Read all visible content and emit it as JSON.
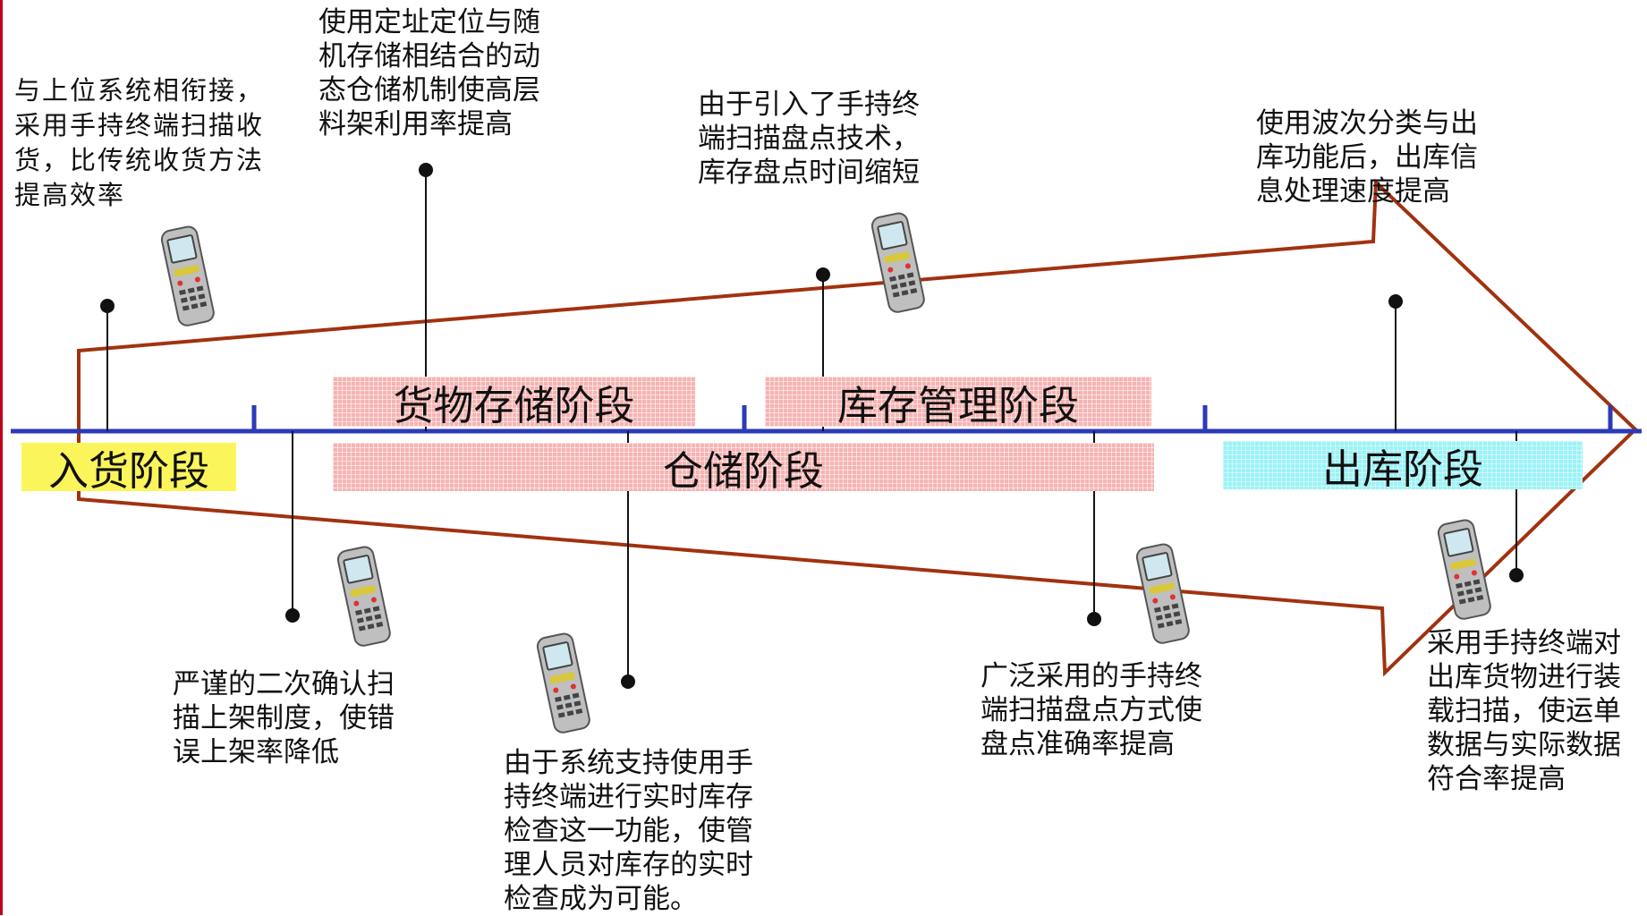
{
  "stages": {
    "inbound": "入货阶段",
    "storage": "货物存储阶段",
    "inventory": "库存管理阶段",
    "warehousing": "仓储阶段",
    "outbound": "出库阶段"
  },
  "notes": {
    "inbound_top": "与上位系统相衔接，\n采用手持终端扫描收\n货，比传统收货方法\n提高效率",
    "storage_top": "使用定址定位与随\n机存储相结合的动\n态仓储机制使高层\n料架利用率提高",
    "inventory_top": "由于引入了手持终\n端扫描盘点技术，\n库存盘点时间缩短",
    "outbound_top": "使用波次分类与出\n库功能后，出库信\n息处理速度提高",
    "putaway_bottom": "严谨的二次确认扫\n描上架制度，使错\n误上架率降低",
    "realtime_bottom": "由于系统支持使用手\n持终端进行实时库存\n检查这一功能，使管\n理人员对库存的实时\n检查成为可能。",
    "count_bottom": "广泛采用的手持终\n端扫描盘点方式使\n盘点准确率提高",
    "loading_bottom": "采用手持终端对\n出库货物进行装\n载扫描，使运单\n数据与实际数据\n符合率提高"
  },
  "icons": [
    "handheld-scanner-icon"
  ],
  "colors": {
    "timeline": "#2b3ab7",
    "arrow_outline": "#a1320f",
    "stage_pink": "#f6b3b3",
    "stage_yellow": "#fbf55c",
    "stage_cyan": "#9cf2f6",
    "left_rule": "#c0001a"
  }
}
